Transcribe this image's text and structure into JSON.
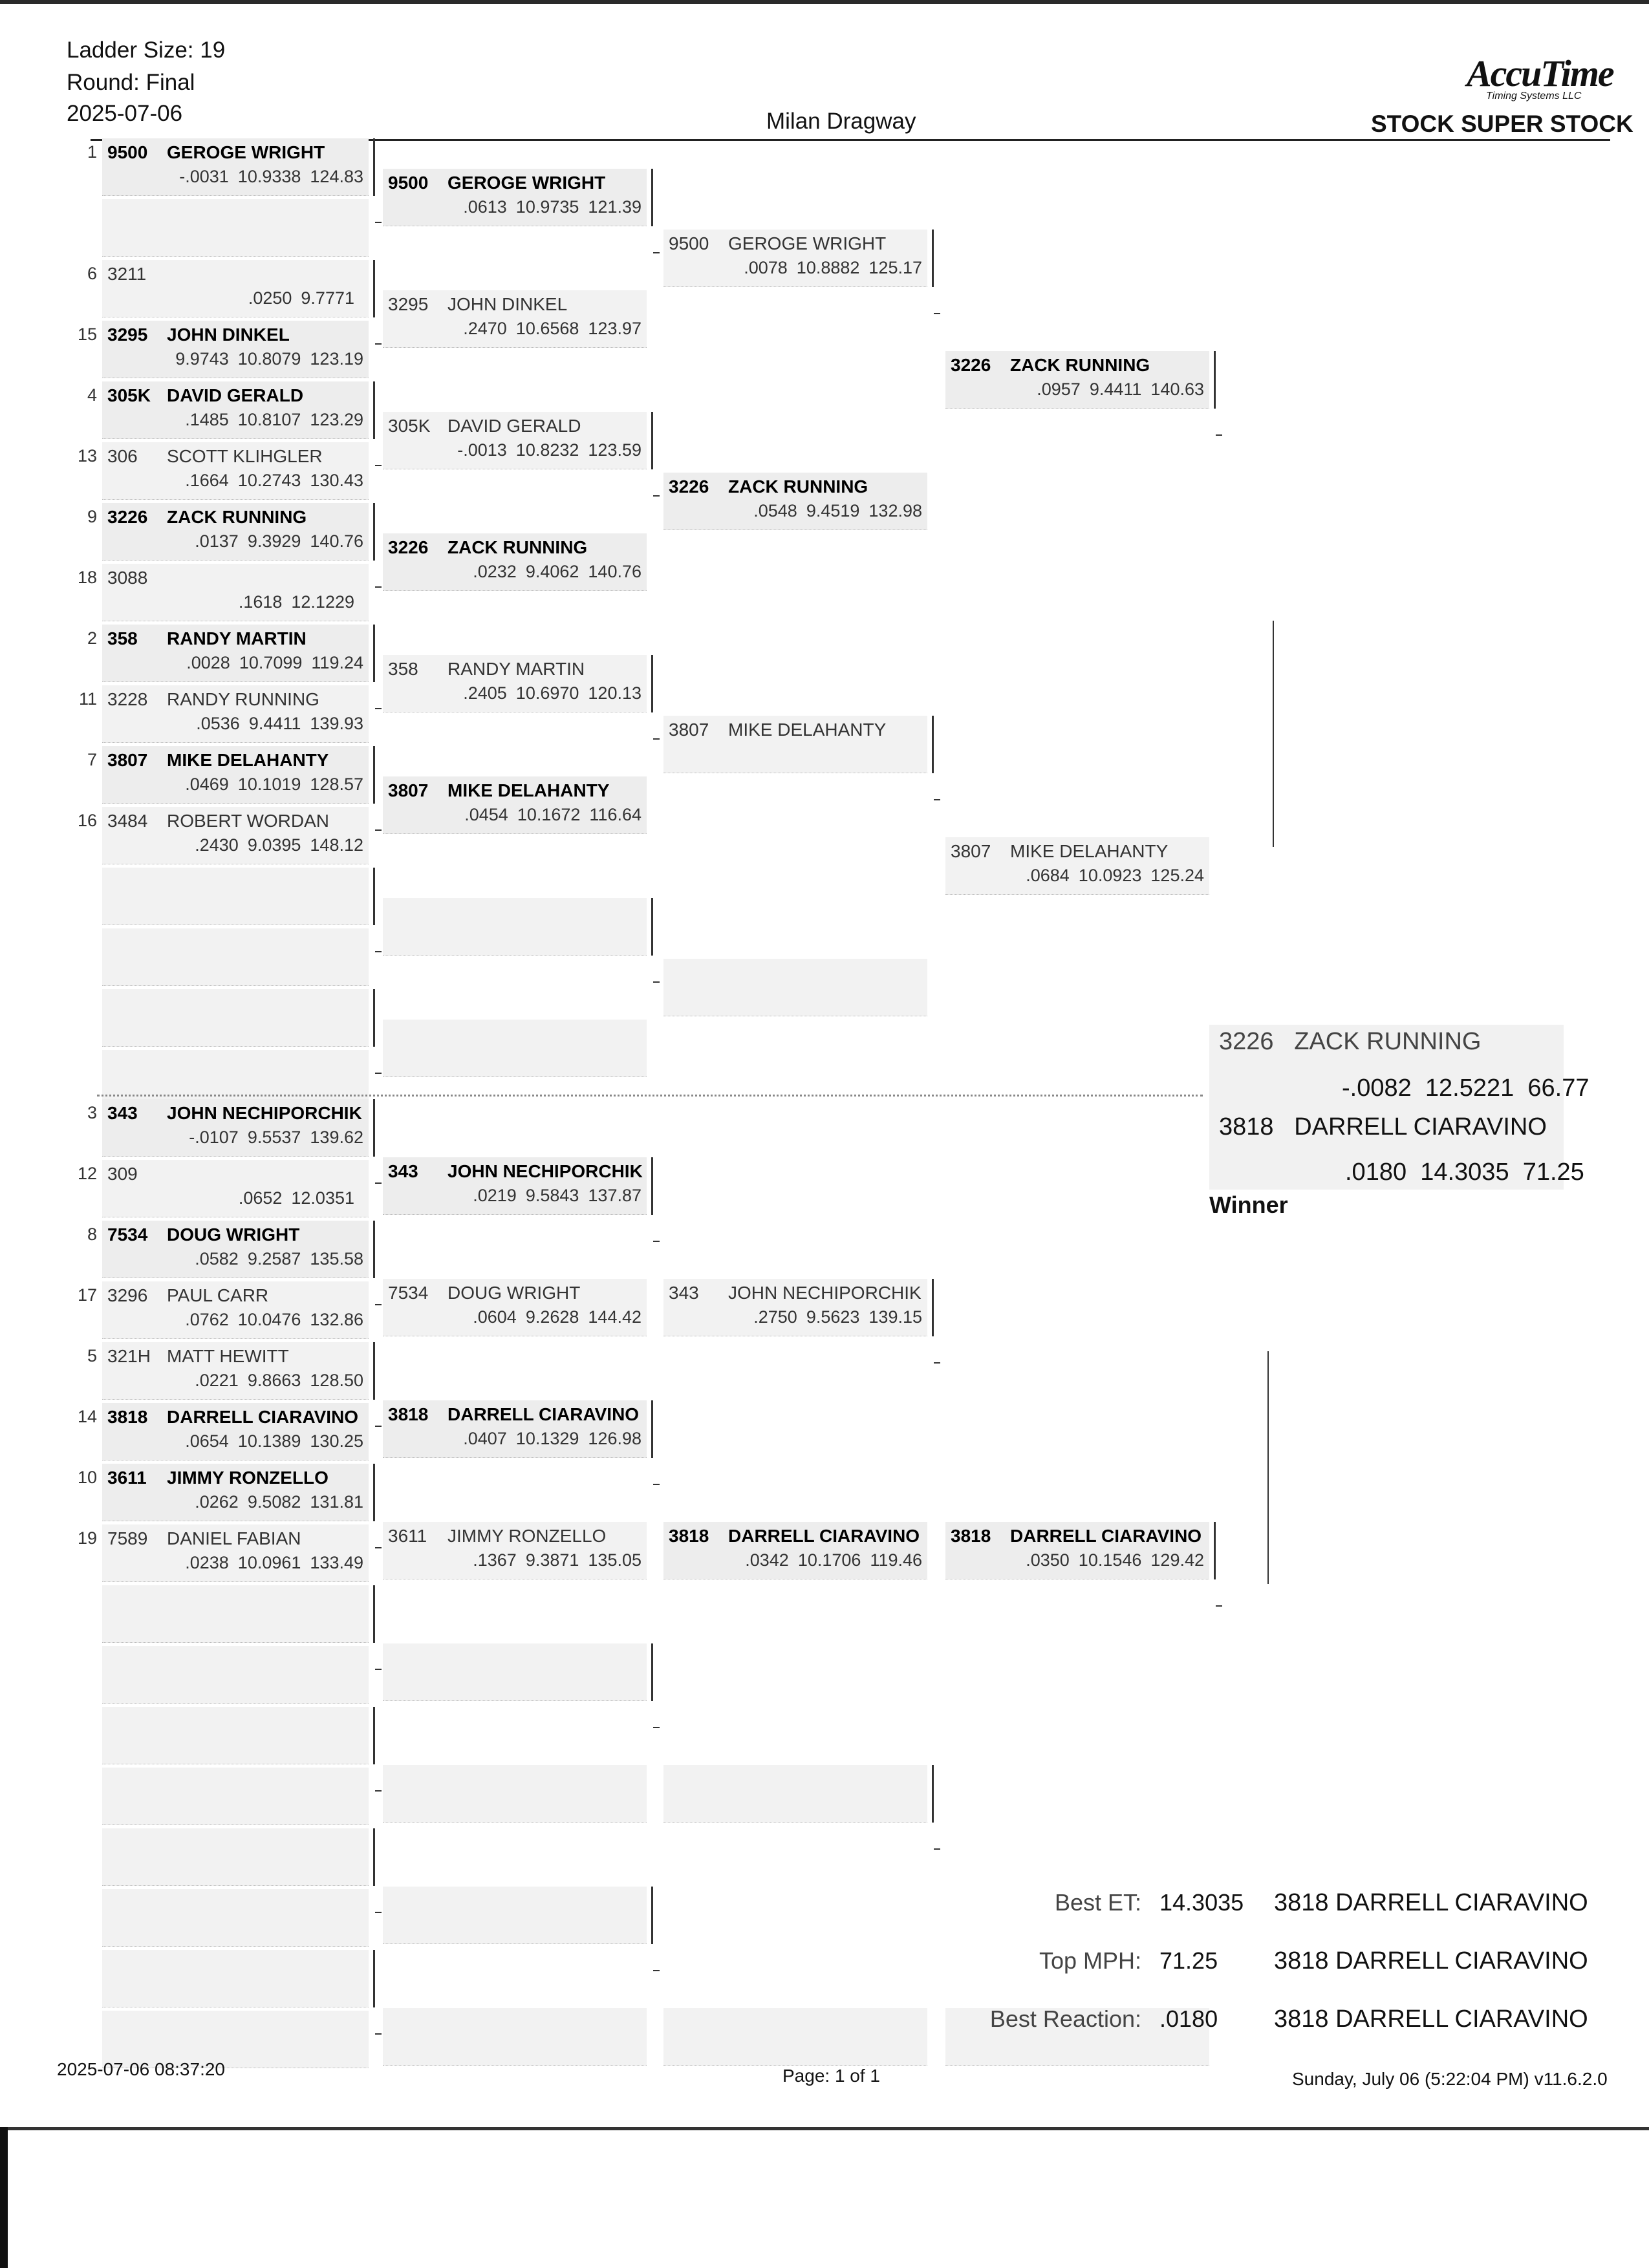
{
  "header": {
    "ladder_size": "Ladder Size: 19",
    "round": "Round: Final",
    "date": "2025-07-06",
    "track": "Milan Dragway",
    "logo": "AccuTime",
    "logo_sub": "Timing Systems LLC",
    "class": "STOCK SUPER STOCK"
  },
  "round1": [
    {
      "seed": "1",
      "car": "9500",
      "name": "GEROGE WRIGHT",
      "rt": "-.0031",
      "et": "10.9338",
      "mph": "124.83",
      "win": true
    },
    {
      "seed": "",
      "car": "",
      "name": "",
      "rt": "",
      "et": "",
      "mph": "",
      "win": false
    },
    {
      "seed": "6",
      "car": "3211",
      "name": "",
      "rt": ".0250",
      "et": "9.7771",
      "mph": "",
      "win": false
    },
    {
      "seed": "15",
      "car": "3295",
      "name": "JOHN DINKEL",
      "rt": "9.9743",
      "et": "10.8079",
      "mph": "123.19",
      "win": true
    },
    {
      "seed": "4",
      "car": "305K",
      "name": "DAVID GERALD",
      "rt": ".1485",
      "et": "10.8107",
      "mph": "123.29",
      "win": true
    },
    {
      "seed": "13",
      "car": "306",
      "name": "SCOTT KLIHGLER",
      "rt": ".1664",
      "et": "10.2743",
      "mph": "130.43",
      "win": false
    },
    {
      "seed": "9",
      "car": "3226",
      "name": "ZACK RUNNING",
      "rt": ".0137",
      "et": "9.3929",
      "mph": "140.76",
      "win": true
    },
    {
      "seed": "18",
      "car": "3088",
      "name": "",
      "rt": ".1618",
      "et": "12.1229",
      "mph": "",
      "win": false
    },
    {
      "seed": "2",
      "car": "358",
      "name": "RANDY MARTIN",
      "rt": ".0028",
      "et": "10.7099",
      "mph": "119.24",
      "win": true
    },
    {
      "seed": "11",
      "car": "3228",
      "name": "RANDY RUNNING",
      "rt": ".0536",
      "et": "9.4411",
      "mph": "139.93",
      "win": false
    },
    {
      "seed": "7",
      "car": "3807",
      "name": "MIKE DELAHANTY",
      "rt": ".0469",
      "et": "10.1019",
      "mph": "128.57",
      "win": true
    },
    {
      "seed": "16",
      "car": "3484",
      "name": "ROBERT WORDAN",
      "rt": ".2430",
      "et": "9.0395",
      "mph": "148.12",
      "win": false
    },
    {
      "seed": "",
      "car": "",
      "name": "",
      "rt": "",
      "et": "",
      "mph": "",
      "win": false
    },
    {
      "seed": "",
      "car": "",
      "name": "",
      "rt": "",
      "et": "",
      "mph": "",
      "win": false
    },
    {
      "seed": "",
      "car": "",
      "name": "",
      "rt": "",
      "et": "",
      "mph": "",
      "win": false
    },
    {
      "seed": "",
      "car": "",
      "name": "",
      "rt": "",
      "et": "",
      "mph": "",
      "win": false
    },
    {
      "seed": "3",
      "car": "343",
      "name": "JOHN NECHIPORCHIK",
      "rt": "-.0107",
      "et": "9.5537",
      "mph": "139.62",
      "win": true
    },
    {
      "seed": "12",
      "car": "309",
      "name": "",
      "rt": ".0652",
      "et": "12.0351",
      "mph": "",
      "win": false
    },
    {
      "seed": "8",
      "car": "7534",
      "name": "DOUG WRIGHT",
      "rt": ".0582",
      "et": "9.2587",
      "mph": "135.58",
      "win": true
    },
    {
      "seed": "17",
      "car": "3296",
      "name": "PAUL CARR",
      "rt": ".0762",
      "et": "10.0476",
      "mph": "132.86",
      "win": false
    },
    {
      "seed": "5",
      "car": "321H",
      "name": "MATT HEWITT",
      "rt": ".0221",
      "et": "9.8663",
      "mph": "128.50",
      "win": false
    },
    {
      "seed": "14",
      "car": "3818",
      "name": "DARRELL CIARAVINO",
      "rt": ".0654",
      "et": "10.1389",
      "mph": "130.25",
      "win": true
    },
    {
      "seed": "10",
      "car": "3611",
      "name": "JIMMY RONZELLO",
      "rt": ".0262",
      "et": "9.5082",
      "mph": "131.81",
      "win": true
    },
    {
      "seed": "19",
      "car": "7589",
      "name": "DANIEL FABIAN",
      "rt": ".0238",
      "et": "10.0961",
      "mph": "133.49",
      "win": false
    },
    {
      "seed": "",
      "car": "",
      "name": "",
      "rt": "",
      "et": "",
      "mph": "",
      "win": false
    },
    {
      "seed": "",
      "car": "",
      "name": "",
      "rt": "",
      "et": "",
      "mph": "",
      "win": false
    },
    {
      "seed": "",
      "car": "",
      "name": "",
      "rt": "",
      "et": "",
      "mph": "",
      "win": false
    },
    {
      "seed": "",
      "car": "",
      "name": "",
      "rt": "",
      "et": "",
      "mph": "",
      "win": false
    },
    {
      "seed": "",
      "car": "",
      "name": "",
      "rt": "",
      "et": "",
      "mph": "",
      "win": false
    },
    {
      "seed": "",
      "car": "",
      "name": "",
      "rt": "",
      "et": "",
      "mph": "",
      "win": false
    },
    {
      "seed": "",
      "car": "",
      "name": "",
      "rt": "",
      "et": "",
      "mph": "",
      "win": false
    },
    {
      "seed": "",
      "car": "",
      "name": "",
      "rt": "",
      "et": "",
      "mph": "",
      "win": false
    }
  ],
  "round2": [
    {
      "car": "9500",
      "name": "GEROGE WRIGHT",
      "rt": ".0613",
      "et": "10.9735",
      "mph": "121.39",
      "win": true
    },
    {
      "car": "3295",
      "name": "JOHN DINKEL",
      "rt": ".2470",
      "et": "10.6568",
      "mph": "123.97",
      "win": false
    },
    {
      "car": "305K",
      "name": "DAVID GERALD",
      "rt": "-.0013",
      "et": "10.8232",
      "mph": "123.59",
      "win": false
    },
    {
      "car": "3226",
      "name": "ZACK RUNNING",
      "rt": ".0232",
      "et": "9.4062",
      "mph": "140.76",
      "win": true
    },
    {
      "car": "358",
      "name": "RANDY MARTIN",
      "rt": ".2405",
      "et": "10.6970",
      "mph": "120.13",
      "win": false
    },
    {
      "car": "3807",
      "name": "MIKE DELAHANTY",
      "rt": ".0454",
      "et": "10.1672",
      "mph": "116.64",
      "win": true
    },
    {
      "car": "",
      "name": "",
      "rt": "",
      "et": "",
      "mph": "",
      "win": false
    },
    {
      "car": "",
      "name": "",
      "rt": "",
      "et": "",
      "mph": "",
      "win": false
    },
    {
      "car": "343",
      "name": "JOHN NECHIPORCHIK",
      "rt": ".0219",
      "et": "9.5843",
      "mph": "137.87",
      "win": true
    },
    {
      "car": "7534",
      "name": "DOUG WRIGHT",
      "rt": ".0604",
      "et": "9.2628",
      "mph": "144.42",
      "win": false
    },
    {
      "car": "3818",
      "name": "DARRELL CIARAVINO",
      "rt": ".0407",
      "et": "10.1329",
      "mph": "126.98",
      "win": true
    },
    {
      "car": "3611",
      "name": "JIMMY RONZELLO",
      "rt": ".1367",
      "et": "9.3871",
      "mph": "135.05",
      "win": false
    },
    {
      "car": "",
      "name": "",
      "rt": "",
      "et": "",
      "mph": "",
      "win": false
    },
    {
      "car": "",
      "name": "",
      "rt": "",
      "et": "",
      "mph": "",
      "win": false
    },
    {
      "car": "",
      "name": "",
      "rt": "",
      "et": "",
      "mph": "",
      "win": false
    },
    {
      "car": "",
      "name": "",
      "rt": "",
      "et": "",
      "mph": "",
      "win": false
    }
  ],
  "round3": [
    {
      "car": "9500",
      "name": "GEROGE WRIGHT",
      "rt": ".0078",
      "et": "10.8882",
      "mph": "125.17",
      "win": false
    },
    {
      "car": "3226",
      "name": "ZACK RUNNING",
      "rt": ".0548",
      "et": "9.4519",
      "mph": "132.98",
      "win": true
    },
    {
      "car": "3807",
      "name": "MIKE DELAHANTY",
      "rt": "",
      "et": "",
      "mph": "",
      "win": false
    },
    {
      "car": "",
      "name": "",
      "rt": "",
      "et": "",
      "mph": "",
      "win": false
    },
    {
      "car": "343",
      "name": "JOHN NECHIPORCHIK",
      "rt": ".2750",
      "et": "9.5623",
      "mph": "139.15",
      "win": false
    },
    {
      "car": "3818",
      "name": "DARRELL CIARAVINO",
      "rt": ".0342",
      "et": "10.1706",
      "mph": "119.46",
      "win": true
    },
    {
      "car": "",
      "name": "",
      "rt": "",
      "et": "",
      "mph": "",
      "win": false
    },
    {
      "car": "",
      "name": "",
      "rt": "",
      "et": "",
      "mph": "",
      "win": false
    }
  ],
  "round4": [
    {
      "car": "3226",
      "name": "ZACK RUNNING",
      "rt": ".0957",
      "et": "9.4411",
      "mph": "140.63",
      "win": true
    },
    {
      "car": "3807",
      "name": "MIKE DELAHANTY",
      "rt": ".0684",
      "et": "10.0923",
      "mph": "125.24",
      "win": false
    },
    {
      "car": "3818",
      "name": "DARRELL CIARAVINO",
      "rt": ".0350",
      "et": "10.1546",
      "mph": "129.42",
      "win": true
    },
    {
      "car": "",
      "name": "",
      "rt": "",
      "et": "",
      "mph": "",
      "win": false
    }
  ],
  "final": {
    "lane1": {
      "car": "3226",
      "name": "ZACK RUNNING",
      "rt": "-.0082",
      "et": "12.5221",
      "mph": "66.77"
    },
    "lane2": {
      "car": "3818",
      "name": "DARRELL CIARAVINO",
      "rt": ".0180",
      "et": "14.3035",
      "mph": "71.25"
    },
    "winner_label": "Winner"
  },
  "records": [
    {
      "label": "Best ET:",
      "value": "14.3035",
      "driver": "3818  DARRELL CIARAVINO"
    },
    {
      "label": "Top MPH:",
      "value": "71.25",
      "driver": "3818  DARRELL CIARAVINO"
    },
    {
      "label": "Best Reaction:",
      "value": ".0180",
      "driver": "3818  DARRELL CIARAVINO"
    }
  ],
  "footer": {
    "printed": "2025-07-06 08:37:20",
    "page": "Page: 1 of 1",
    "generated": "Sunday, July 06 (5:22:04 PM) v11.6.2.0"
  }
}
